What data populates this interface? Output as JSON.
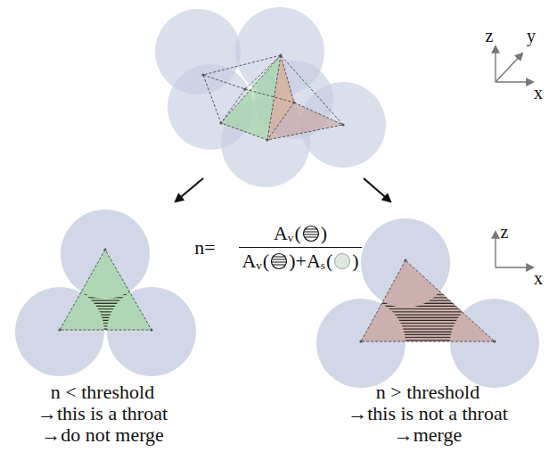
{
  "diagram": {
    "labels": [
      "z",
      "y",
      "x",
      "n=",
      "A",
      "v",
      "(",
      ")",
      "A",
      "v",
      "(",
      ")",
      "+A",
      "s",
      "(",
      ")",
      "z",
      "x",
      "n < threshold",
      "→this is a throat",
      "→do not merge",
      "n > threshold",
      "→this is not a throat",
      "→merge"
    ]
  }
}
